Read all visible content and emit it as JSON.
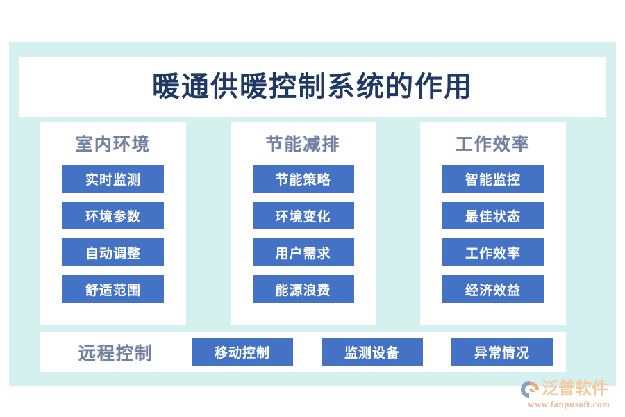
{
  "theme": {
    "panel_bg": "#d4f1ef",
    "card_bg": "#ffffff",
    "pill_bg": "#4472c4",
    "pill_text": "#ffffff",
    "title_color": "#1f3864",
    "header_color": "#6d83a3",
    "logo_color": "#f5c9a0"
  },
  "title": "暖通供暖控制系统的作用",
  "columns": [
    {
      "header": "室内环境",
      "items": [
        "实时监测",
        "环境参数",
        "自动调整",
        "舒适范围"
      ]
    },
    {
      "header": "节能减排",
      "items": [
        "节能策略",
        "环境变化",
        "用户需求",
        "能源浪费"
      ]
    },
    {
      "header": "工作效率",
      "items": [
        "智能监控",
        "最佳状态",
        "工作效率",
        "经济效益"
      ]
    }
  ],
  "bottom_row": {
    "label": "远程控制",
    "items": [
      "移动控制",
      "监测设备",
      "异常情况"
    ]
  },
  "logo": {
    "name": "泛普软件",
    "url": "www.fanpusoft.com",
    "mark": "swoosh-icon"
  }
}
